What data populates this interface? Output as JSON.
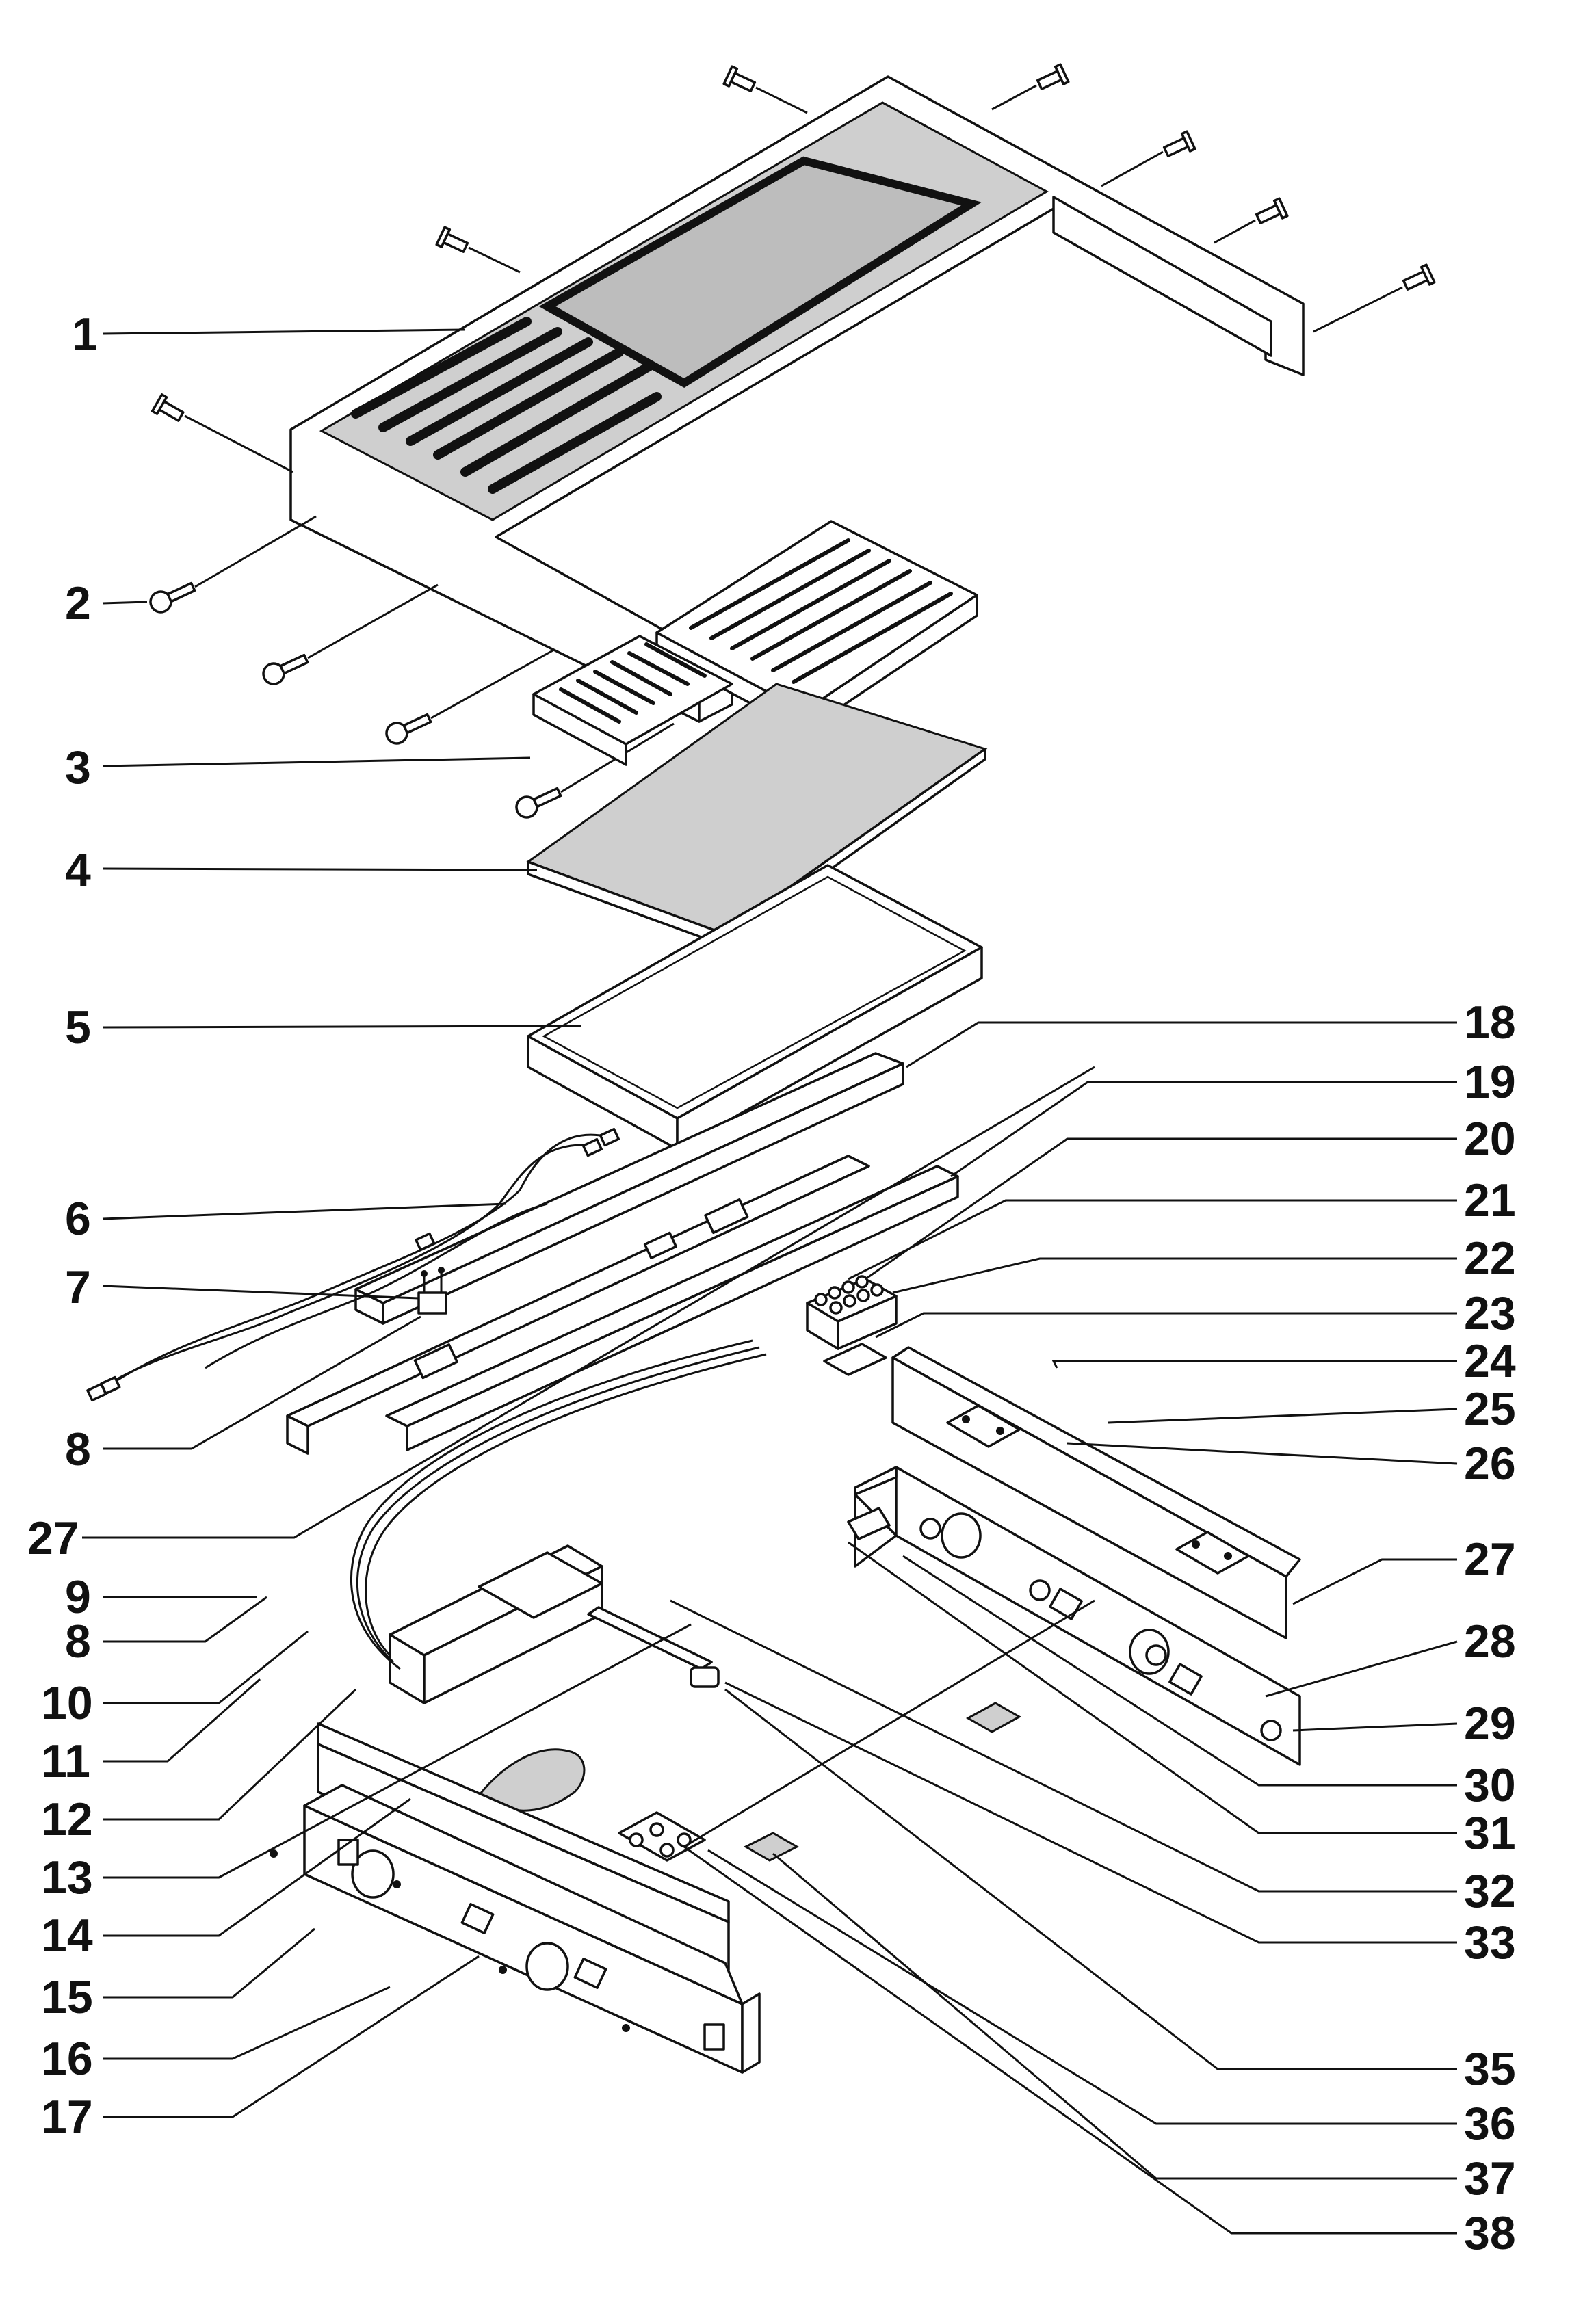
{
  "callouts": [
    {
      "id": "1",
      "label": "1"
    },
    {
      "id": "2",
      "label": "2"
    },
    {
      "id": "3",
      "label": "3"
    },
    {
      "id": "4",
      "label": "4"
    },
    {
      "id": "5",
      "label": "5"
    },
    {
      "id": "6",
      "label": "6"
    },
    {
      "id": "7",
      "label": "7"
    },
    {
      "id": "8a",
      "label": "8"
    },
    {
      "id": "27a",
      "label": "27"
    },
    {
      "id": "9",
      "label": "9"
    },
    {
      "id": "8b",
      "label": "8"
    },
    {
      "id": "10",
      "label": "10"
    },
    {
      "id": "11",
      "label": "11"
    },
    {
      "id": "12",
      "label": "12"
    },
    {
      "id": "13",
      "label": "13"
    },
    {
      "id": "14",
      "label": "14"
    },
    {
      "id": "15",
      "label": "15"
    },
    {
      "id": "16",
      "label": "16"
    },
    {
      "id": "17",
      "label": "17"
    },
    {
      "id": "18",
      "label": "18"
    },
    {
      "id": "19",
      "label": "19"
    },
    {
      "id": "20",
      "label": "20"
    },
    {
      "id": "21",
      "label": "21"
    },
    {
      "id": "22",
      "label": "22"
    },
    {
      "id": "23",
      "label": "23"
    },
    {
      "id": "24",
      "label": "24"
    },
    {
      "id": "25",
      "label": "25"
    },
    {
      "id": "26",
      "label": "26"
    },
    {
      "id": "27b",
      "label": "27"
    },
    {
      "id": "28",
      "label": "28"
    },
    {
      "id": "29",
      "label": "29"
    },
    {
      "id": "30",
      "label": "30"
    },
    {
      "id": "31",
      "label": "31"
    },
    {
      "id": "32",
      "label": "32"
    },
    {
      "id": "33",
      "label": "33"
    },
    {
      "id": "35",
      "label": "35"
    },
    {
      "id": "36",
      "label": "36"
    },
    {
      "id": "37",
      "label": "37"
    },
    {
      "id": "38",
      "label": "38"
    }
  ]
}
